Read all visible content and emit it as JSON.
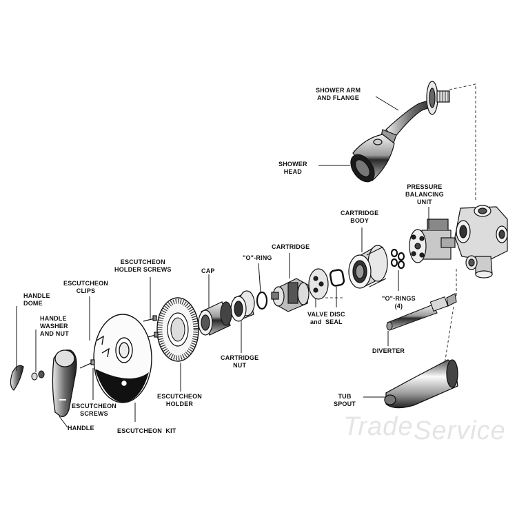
{
  "labels": {
    "shower_arm": "SHOWER ARM\nAND FLANGE",
    "shower_head": "SHOWER\nHEAD",
    "pressure_balancing_unit": "PRESSURE\nBALANCING\nUNIT",
    "cartridge_body": "CARTRIDGE\nBODY",
    "cartridge": "CARTRIDGE",
    "o_ring": "\"O\"-RING",
    "escutcheon_holder_screws": "ESCUTCHEON\nHOLDER SCREWS",
    "cap": "CAP",
    "o_rings_4": "\"O\"-RINGS\n(4)",
    "valve_disc_seal": "VALVE DISC\nand  SEAL",
    "cartridge_nut": "CARTRIDGE\nNUT",
    "escutcheon_clips": "ESCUTCHEON\nCLIPS",
    "handle_dome": "HANDLE\nDOME",
    "handle_washer_nut": "HANDLE\nWASHER\nAND NUT",
    "diverter": "DIVERTER",
    "escutcheon_holder": "ESCUTCHEON\nHOLDER",
    "tub_spout": "TUB\nSPOUT",
    "escutcheon_screws": "ESCUTCHEON\nSCREWS",
    "handle": "HANDLE",
    "escutcheon_kit": "ESCUTCHEON  KIT"
  },
  "watermark": {
    "word1": "Trade",
    "word2": "Service"
  }
}
